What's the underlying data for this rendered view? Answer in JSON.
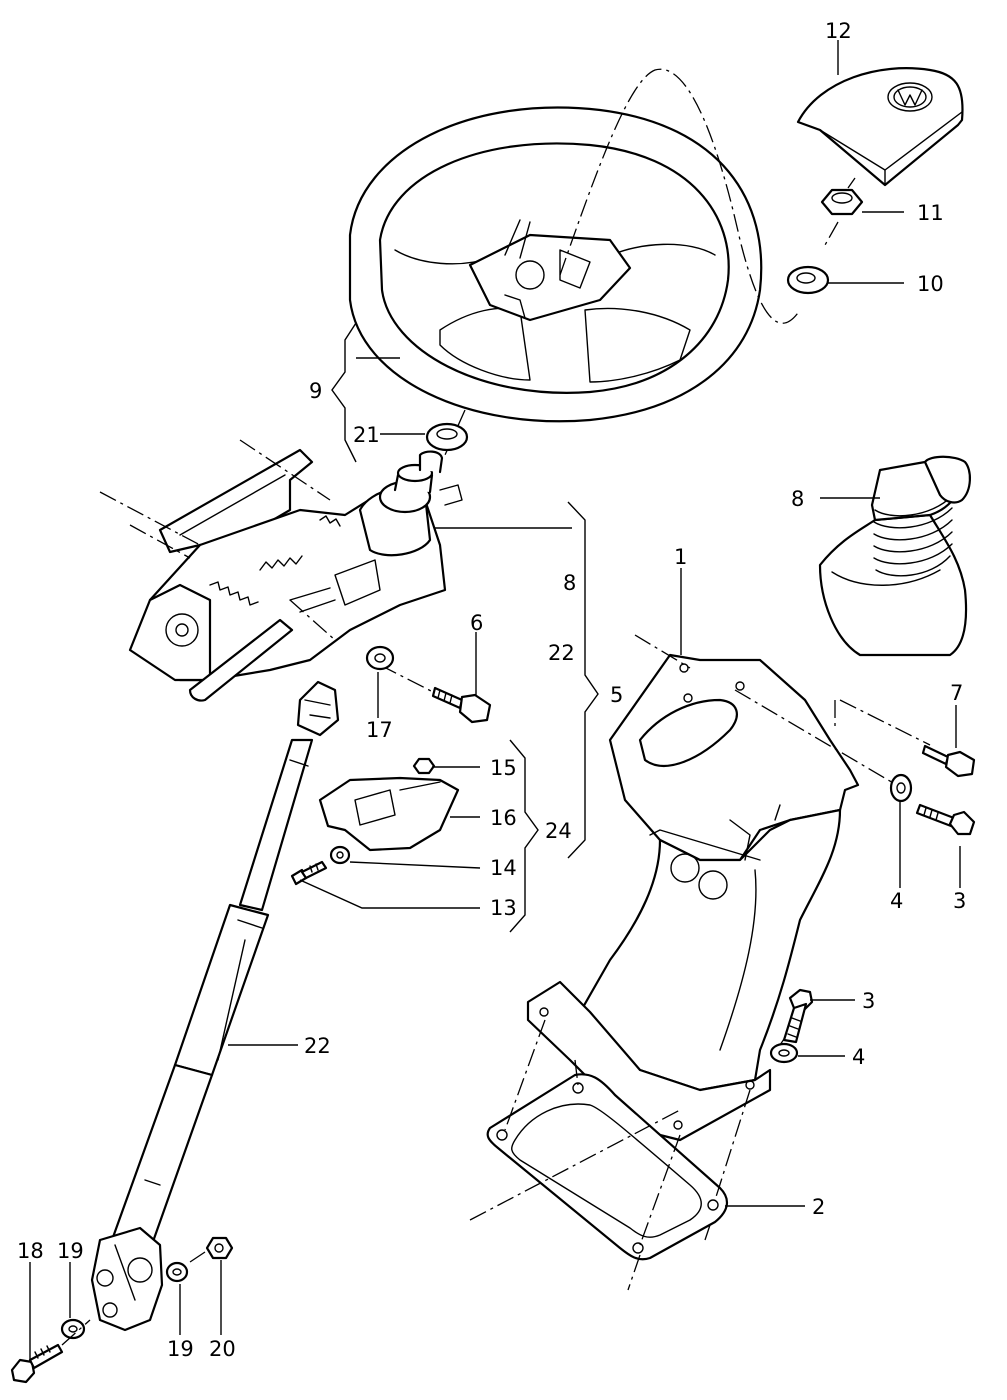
{
  "diagram": {
    "callouts": {
      "c1": "1",
      "c2": "2",
      "c3a": "3",
      "c3b": "3",
      "c4a": "4",
      "c4b": "4",
      "c5": "5",
      "c6": "6",
      "c7": "7",
      "c8a": "8",
      "c8b": "8",
      "c9": "9",
      "c10": "10",
      "c11": "11",
      "c12": "12",
      "c13": "13",
      "c14": "14",
      "c15": "15",
      "c16": "16",
      "c17": "17",
      "c18": "18",
      "c19a": "19",
      "c19b": "19",
      "c20": "20",
      "c21": "21",
      "c22a": "22",
      "c22b": "22",
      "c24": "24"
    }
  }
}
